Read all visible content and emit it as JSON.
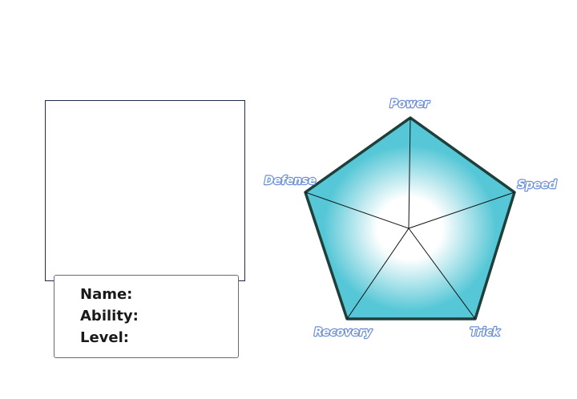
{
  "card": {
    "name_label": "Name:",
    "ability_label": "Ability:",
    "level_label": "Level:"
  },
  "radar": {
    "axes": [
      "Power",
      "Speed",
      "Trick",
      "Recovery",
      "Defense"
    ],
    "fill_color": "#56c7d6",
    "center_color": "#ffffff",
    "outline_color": "#1f3f3a"
  }
}
